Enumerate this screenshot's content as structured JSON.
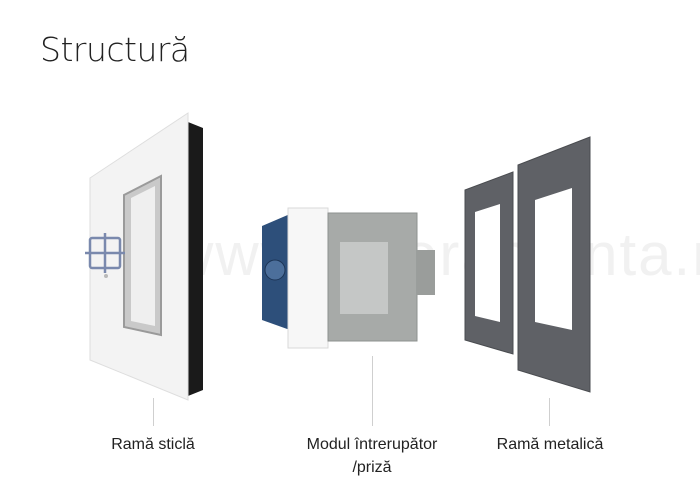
{
  "title": "Structură",
  "watermark": "www.luxoramenta.ro",
  "labels": {
    "glass_frame": "Ramă sticlă",
    "module_line1": "Modul întrerupător",
    "module_line2": "/priză",
    "metal_frame": "Ramă metalică"
  },
  "colors": {
    "glass": "#f4f4f4",
    "module_body": "#a7aaa8",
    "module_white": "#f7f7f7",
    "pcb_blue": "#2d4f7a",
    "metal": "#5f6166",
    "icon": "#7a89ad"
  }
}
